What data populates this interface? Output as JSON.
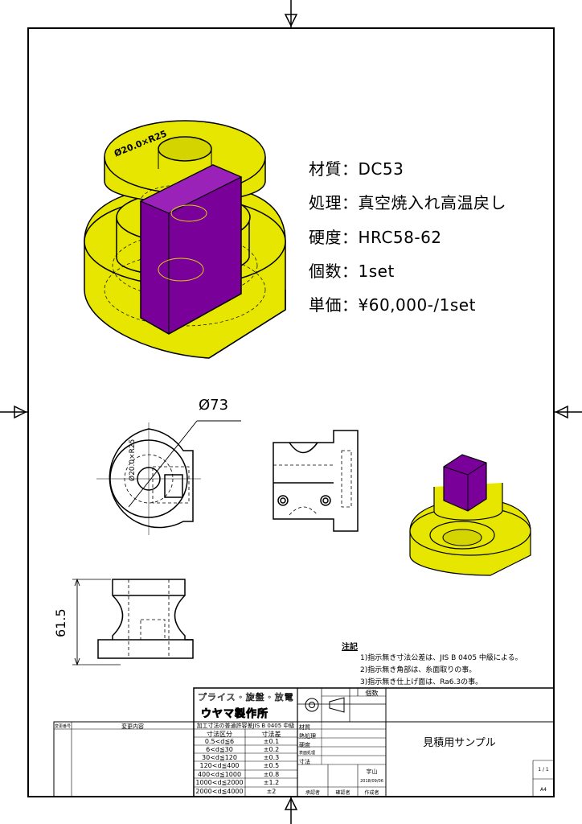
{
  "specs": {
    "material": "材質：DC53",
    "treatment": "処理：真空焼入れ高温戻し",
    "hardness": "硬度：HRC58-62",
    "quantity": "個数：1set",
    "unit_price": "単価：¥60,000-/1set"
  },
  "dimensions": {
    "diameter": "Ø73",
    "height": "61.5",
    "engraving": "Ø20.0×R25"
  },
  "notes": {
    "heading": "注記",
    "items": [
      "1)指示無き寸法公差は、JIS B 0405 中級による。",
      "2)指示無き角部は、糸面取りの事。",
      "3)指示無き仕上げ面は、Ra6.3の事。"
    ]
  },
  "title_block": {
    "company_tagline": "プライス・旋盤・放電",
    "company_name": "ウヤマ製作所",
    "tolerance_title": "加工寸法の普通許容差JIS B 0405 中級",
    "tolerance_headers": [
      "寸法区分",
      "寸法差"
    ],
    "tolerance_rows": [
      [
        "0.5<d≦6",
        "±0.1"
      ],
      [
        "6<d≦30",
        "±0.2"
      ],
      [
        "30<d≦120",
        "±0.3"
      ],
      [
        "120<d≦400",
        "±0.5"
      ],
      [
        "400<d≦1000",
        "±0.8"
      ],
      [
        "1000<d≦2000",
        "±1.2"
      ],
      [
        "2000<d≦4000",
        "±2"
      ]
    ],
    "revision_no_header": "変更番号",
    "revision_content_header": "変更内容",
    "field_labels": [
      "材質",
      "熱処理",
      "硬度",
      "表面処理",
      "寸法"
    ],
    "quantity_label": "個数",
    "drawing_name": "見積用サンプル",
    "designer": "宇山",
    "date": "2018/09/06",
    "sheet": "1 / 1",
    "size": "A4",
    "sign_labels": [
      "承認者",
      "確認者",
      "作成者"
    ]
  },
  "colors": {
    "body": "#e6e600",
    "block": "#7a009a",
    "line": "#000000"
  }
}
